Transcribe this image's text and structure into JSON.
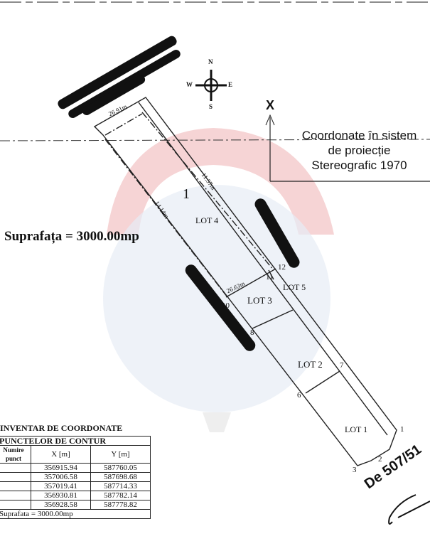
{
  "compass": {
    "n": "N",
    "s": "S",
    "e": "E",
    "w": "W"
  },
  "axis": {
    "x_label": "X"
  },
  "coordinate_note": {
    "line1": "Coordonate în sistem",
    "line2": "de proiecție",
    "line3": "Stereografic 1970"
  },
  "area_label": "Suprafața = 3000.00mp",
  "parcel_number": "1",
  "lots": [
    "LOT 4",
    "LOT 3",
    "LOT 5",
    "LOT 2",
    "LOT 1"
  ],
  "dimensions": [
    "26.91m",
    "11.57m",
    "14.14m",
    "26.63m"
  ],
  "points": [
    "1",
    "2",
    "3",
    "6",
    "7",
    "8",
    "10",
    "11",
    "12"
  ],
  "stamp_text": "De 507/51",
  "table": {
    "title1": "INVENTAR DE COORDONATE",
    "title2": "PUNCTELOR DE CONTUR",
    "headers": [
      "Numire punct",
      "X [m]",
      "Y [m]"
    ],
    "rows": [
      [
        "",
        "356915.94",
        "587760.05"
      ],
      [
        "",
        "357006.58",
        "587698.68"
      ],
      [
        "",
        "357019.41",
        "587714.33"
      ],
      [
        "",
        "356930.81",
        "587782.14"
      ],
      [
        "",
        "356928.58",
        "587778.82"
      ]
    ],
    "footer": "Suprafata = 3000.00mp"
  },
  "colors": {
    "watermark_red": "#f3c9cb",
    "watermark_blue": "#d5e0ee",
    "ink": "#111111"
  }
}
